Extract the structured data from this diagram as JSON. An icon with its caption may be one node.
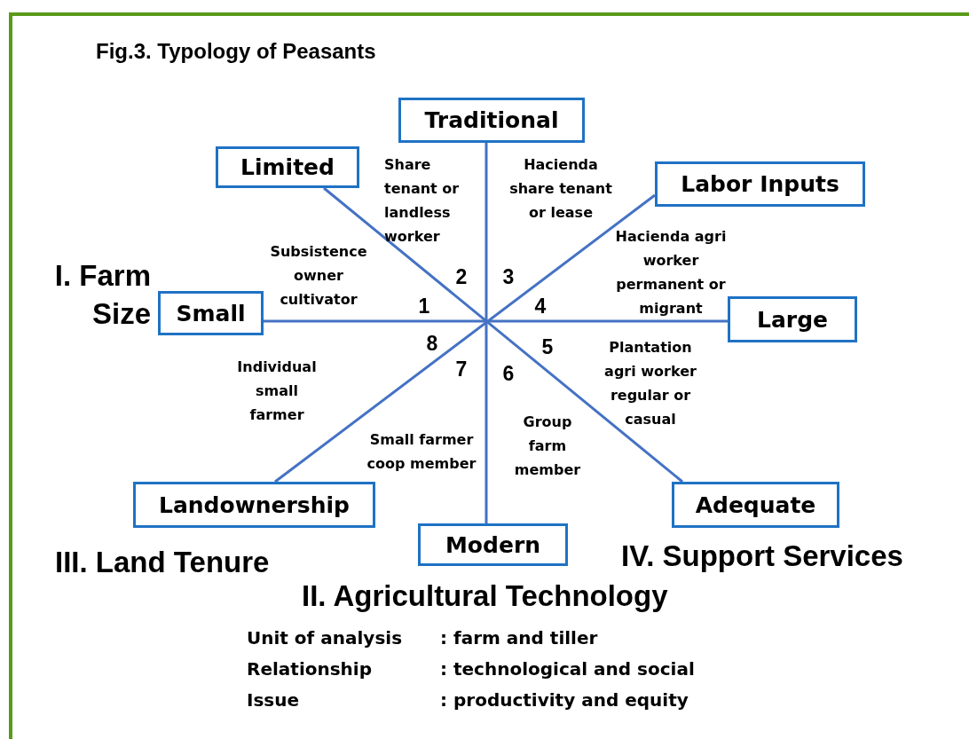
{
  "diagram": {
    "title": "Fig.3. Typology of Peasants",
    "nodes": [
      {
        "text": [
          "Traditional"
        ]
      },
      {
        "text": [
          "Limited"
        ]
      },
      {
        "text": [
          "Labor Inputs"
        ]
      },
      {
        "text": [
          "Small"
        ]
      },
      {
        "text": [
          "Large"
        ]
      },
      {
        "text": [
          "Landownership"
        ]
      },
      {
        "text": [
          "Adequate"
        ]
      },
      {
        "text": [
          "Modern"
        ]
      }
    ],
    "edges": [
      {
        "from": 3,
        "to": 4,
        "arrow": "none"
      },
      {
        "from": 1,
        "to": 6,
        "arrow": "none"
      },
      {
        "from": 0,
        "to": 7,
        "arrow": "none"
      },
      {
        "from": 2,
        "to": 5,
        "arrow": "none"
      }
    ],
    "labels": [
      "Share tenant or landless worker",
      "Hacienda share tenant or lease",
      "Hacienda agri worker permanent or migrant",
      "I. Farm Size",
      "Subsistence owner cultivator",
      "2",
      "3",
      "1",
      "4",
      "8",
      "5",
      "7",
      "6",
      "Individual small farmer",
      "Plantation agri worker regular or casual",
      "Small farmer coop member",
      "Group farm member",
      "III. Land Tenure",
      "IV. Support Services",
      "II. Agricultural Technology",
      "Unit of analysis",
      ": farm and tiller",
      "Relationship",
      ": technological and social",
      "Issue",
      ": productivity and equity"
    ]
  }
}
